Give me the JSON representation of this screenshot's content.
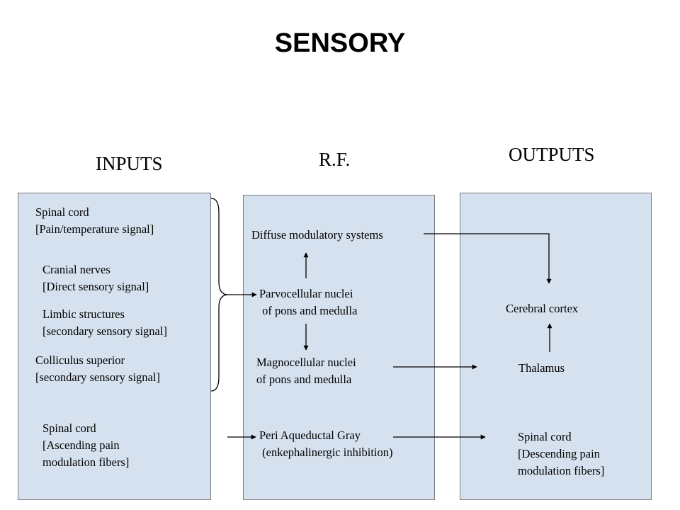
{
  "title": "SENSORY",
  "headings": {
    "inputs": "INPUTS",
    "rf": "R.F.",
    "outputs": "OUTPUTS"
  },
  "inputs": {
    "spinal_pain": [
      "Spinal cord",
      "[Pain/temperature  signal]"
    ],
    "cranial": [
      "Cranial nerves",
      "[Direct sensory signal]"
    ],
    "limbic": [
      "Limbic structures",
      "[secondary sensory signal]"
    ],
    "colliculus": [
      "Colliculus superior",
      "[secondary sensory signal]"
    ],
    "spinal_ascending": [
      "Spinal cord",
      "[Ascending pain",
      "modulation fibers]"
    ]
  },
  "rf": {
    "diffuse": [
      "Diffuse modulatory systems"
    ],
    "parvo": [
      "Parvocellular nuclei",
      " of pons and medulla"
    ],
    "magno": [
      "Magnocellular nuclei",
      "of pons and medulla"
    ],
    "pag": [
      "Peri Aqueductal Gray",
      " (enkephalinergic inhibition)"
    ]
  },
  "outputs": {
    "cortex": [
      "Cerebral cortex"
    ],
    "thalamus": [
      "Thalamus"
    ],
    "spinal_descending": [
      "Spinal cord",
      "[Descending pain",
      "modulation fibers]"
    ]
  }
}
